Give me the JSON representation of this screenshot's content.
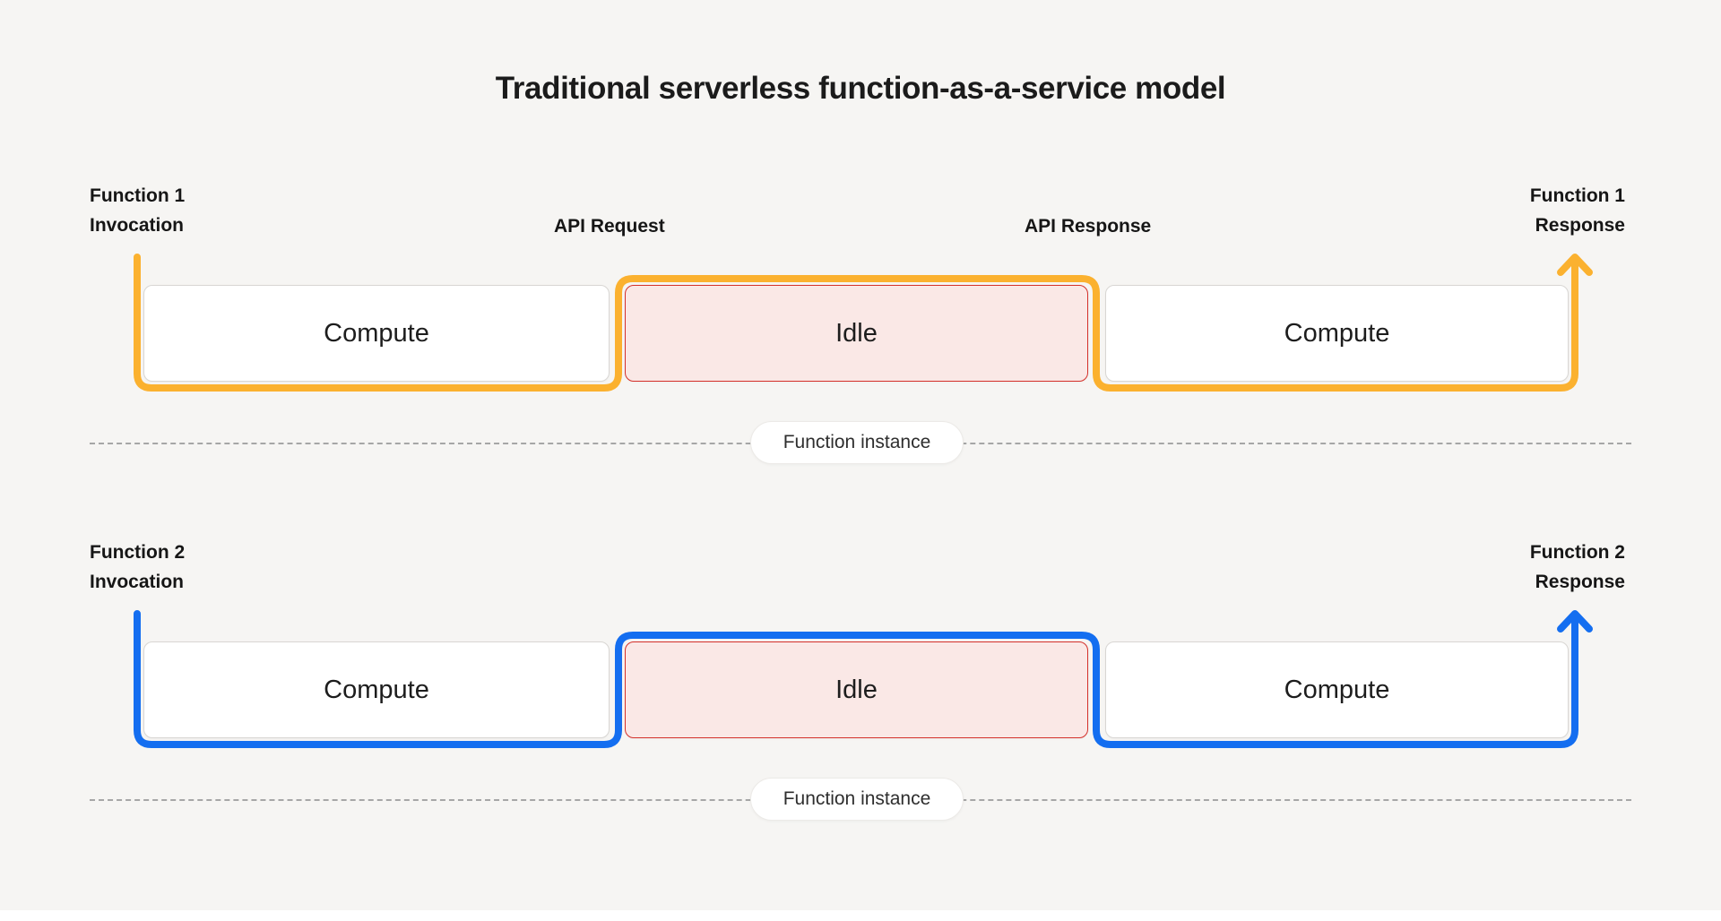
{
  "title": "Traditional serverless function-as-a-service model",
  "colors": {
    "background": "#F6F5F3",
    "lane1_accent": "#FBB12F",
    "lane2_accent": "#146EF0",
    "idle_fill": "#FAE8E6",
    "idle_border": "#D4302A",
    "box_border": "#D8D6D3",
    "dash": "#A6A6A6",
    "text": "#1B1B1B"
  },
  "lanes": [
    {
      "name": "function-1",
      "accent": "#FBB12F",
      "invocation_label": "Function 1\nInvocation",
      "response_label": "Function 1\nResponse",
      "api_request_label": "API Request",
      "api_response_label": "API Response",
      "blocks": [
        {
          "label": "Compute",
          "state": "compute"
        },
        {
          "label": "Idle",
          "state": "idle"
        },
        {
          "label": "Compute",
          "state": "compute"
        }
      ],
      "instance_label": "Function instance"
    },
    {
      "name": "function-2",
      "accent": "#146EF0",
      "invocation_label": "Function 2\nInvocation",
      "response_label": "Function 2\nResponse",
      "blocks": [
        {
          "label": "Compute",
          "state": "compute"
        },
        {
          "label": "Idle",
          "state": "idle"
        },
        {
          "label": "Compute",
          "state": "compute"
        }
      ],
      "instance_label": "Function instance"
    }
  ]
}
